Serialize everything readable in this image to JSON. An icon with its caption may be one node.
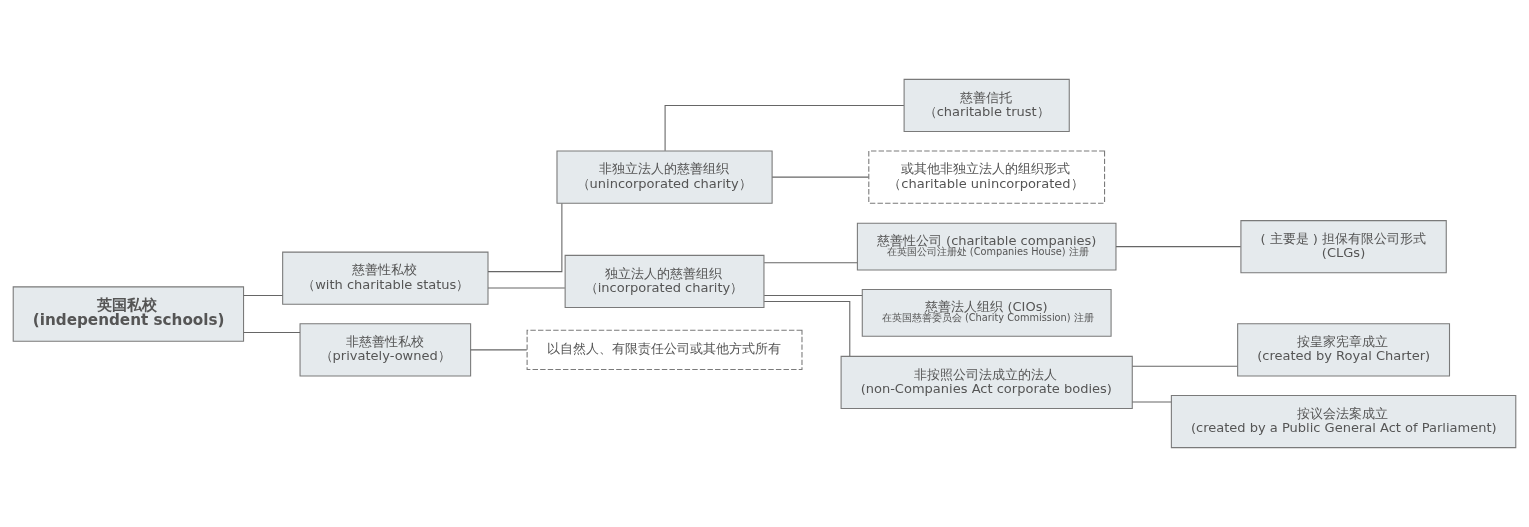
{
  "diagram": {
    "nodes": [
      {
        "text": [
          "英国私校",
          "(independent schools)"
        ]
      },
      {
        "text": [
          "慈善性私校",
          "（with charitable status）"
        ]
      },
      {
        "text": [
          "非独立法人的慈善组织",
          "（unincorporated charity）"
        ]
      },
      {
        "text": [
          "慈善信托",
          "（charitable trust）"
        ]
      },
      {
        "text": [
          "或其他非独立法人的组织形式",
          "（charitable unincorporated）"
        ]
      },
      {
        "text": [
          "独立法人的慈善组织",
          "（incorporated charity）"
        ]
      },
      {
        "text": [
          "慈善性公司 (charitable companies)",
          "在英国公司注册处 (Companies House) 注册"
        ]
      },
      {
        "text": [
          "( 主要是 ) 担保有限公司形式",
          "(CLGs)"
        ]
      },
      {
        "text": [
          "慈善法人组织 (CIOs)",
          "在英国慈善委员会 (Charity Commission) 注册"
        ]
      },
      {
        "text": [
          "非按照公司法成立的法人",
          "(non-Companies Act corporate bodies)"
        ]
      },
      {
        "text": [
          "按皇家宪章成立",
          "(created by Royal Charter)"
        ]
      },
      {
        "text": [
          "按议会法案成立",
          "(created by a Public General Act of Parliament)"
        ]
      },
      {
        "text": [
          "非慈善性私校",
          "（privately-owned）"
        ]
      },
      {
        "text": [
          "以自然人、有限责任公司或其他方式所有"
        ]
      }
    ],
    "edges": [
      {
        "from": 0,
        "to": 1,
        "arrow": "none"
      },
      {
        "from": 0,
        "to": 12,
        "arrow": "none"
      },
      {
        "from": 1,
        "to": 2,
        "arrow": "none"
      },
      {
        "from": 1,
        "to": 5,
        "arrow": "none"
      },
      {
        "from": 2,
        "to": 3,
        "arrow": "none"
      },
      {
        "from": 2,
        "to": 4,
        "arrow": "none"
      },
      {
        "from": 5,
        "to": 6,
        "arrow": "none"
      },
      {
        "from": 5,
        "to": 8,
        "arrow": "none"
      },
      {
        "from": 5,
        "to": 9,
        "arrow": "none"
      },
      {
        "from": 6,
        "to": 7,
        "arrow": "none"
      },
      {
        "from": 9,
        "to": 10,
        "arrow": "none"
      },
      {
        "from": 9,
        "to": 11,
        "arrow": "none"
      },
      {
        "from": 12,
        "to": 13,
        "arrow": "none"
      }
    ]
  }
}
